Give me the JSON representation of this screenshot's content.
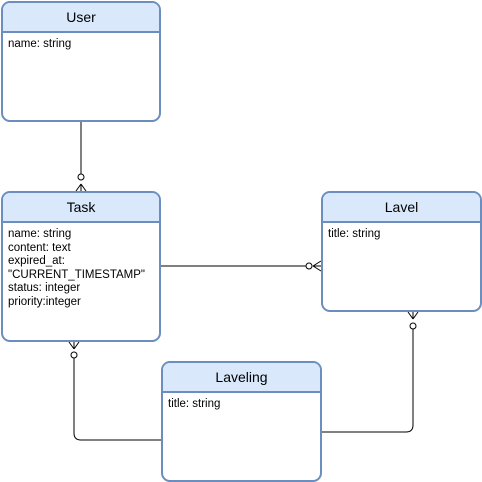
{
  "diagram": {
    "entities": {
      "user": {
        "title": "User",
        "attributes": [
          "name: string"
        ]
      },
      "task": {
        "title": "Task",
        "attributes": [
          "name: string",
          "content: text",
          "expired_at:",
          "\"CURRENT_TIMESTAMP\"",
          "status: integer",
          "priority:integer"
        ]
      },
      "lavel": {
        "title": "Lavel",
        "attributes": [
          "title: string"
        ]
      },
      "laveling": {
        "title": "Laveling",
        "attributes": [
          "title: string"
        ]
      }
    },
    "relationships": [
      {
        "from": "User",
        "to": "Task",
        "from_cardinality": "one",
        "to_cardinality": "zero-or-many"
      },
      {
        "from": "Task",
        "to": "Lavel",
        "from_cardinality": "one",
        "to_cardinality": "zero-or-many"
      },
      {
        "from": "Laveling",
        "to": "Task",
        "from_cardinality": "one",
        "to_cardinality": "zero-or-many"
      },
      {
        "from": "Laveling",
        "to": "Lavel",
        "from_cardinality": "one",
        "to_cardinality": "zero-or-many"
      }
    ],
    "colors": {
      "entity_border": "#6c8ebf",
      "entity_header_fill": "#dae8fc",
      "connector": "#000000"
    }
  }
}
